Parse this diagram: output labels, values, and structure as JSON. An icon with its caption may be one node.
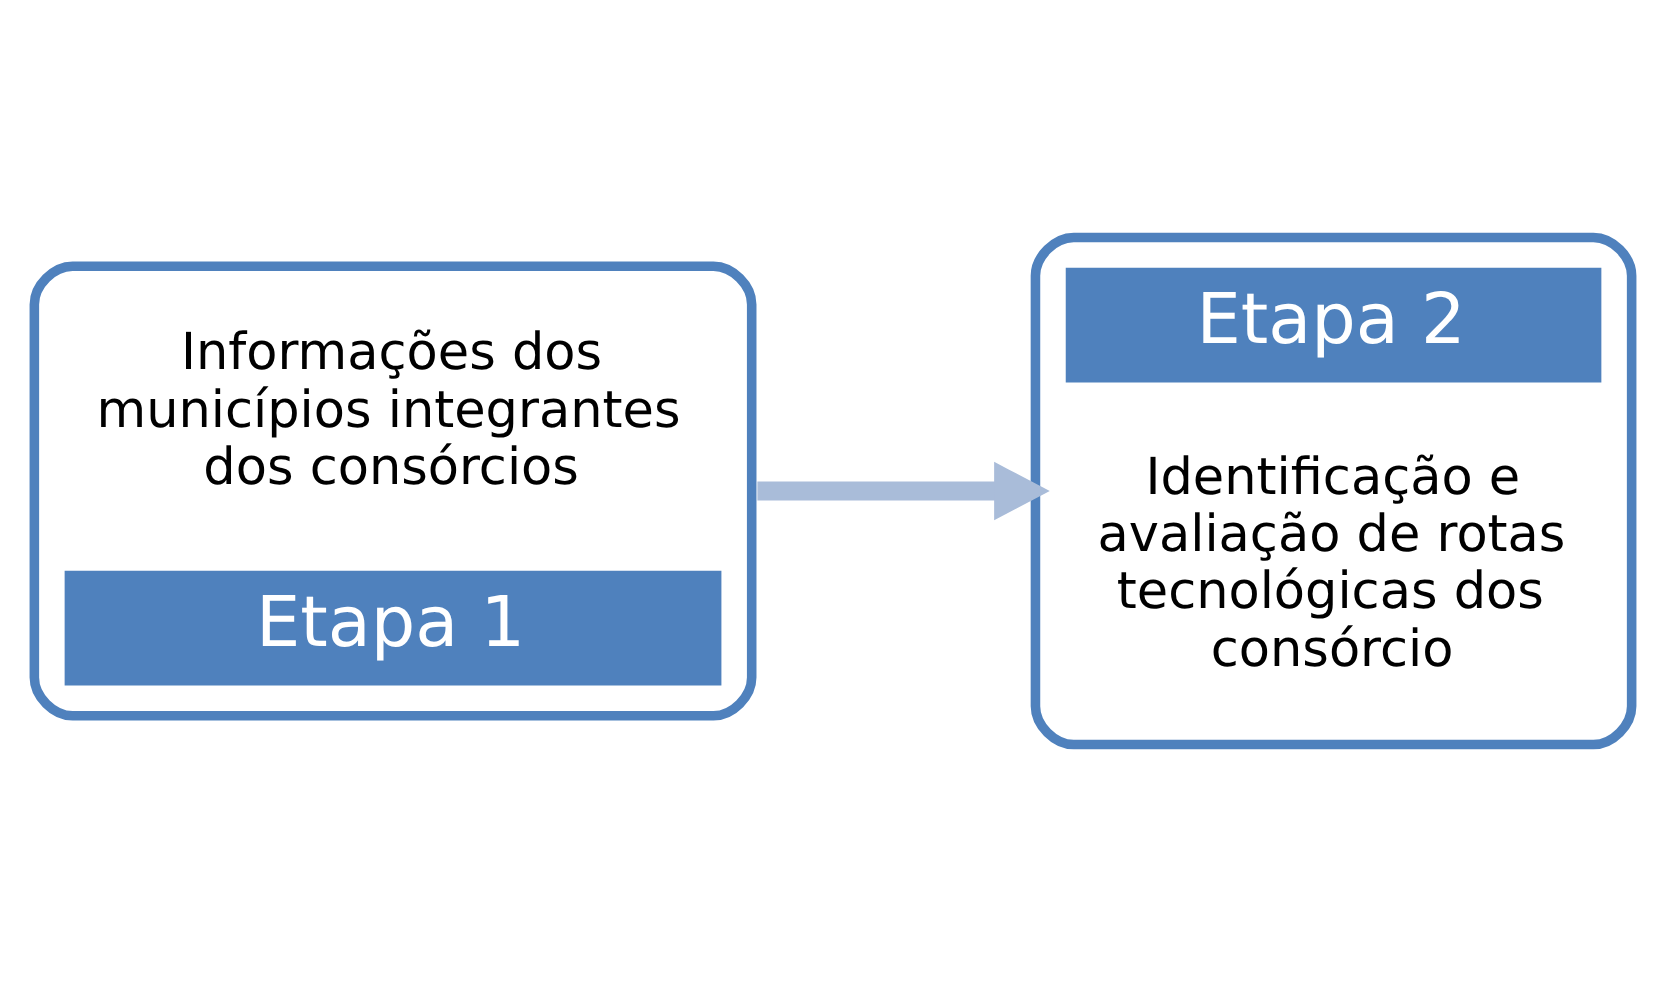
{
  "diagram": {
    "nodes": [
      {
        "text": [
          "Informações dos municípios integrantes dos consórcios",
          "Etapa 1"
        ]
      },
      {
        "text": [
          "Etapa 2",
          "Identificação e avaliação de rotas tecnológicas dos consórcio"
        ]
      }
    ],
    "edges": [
      {
        "from": 0,
        "to": 1,
        "arrow": "to",
        "color": "#a9bcd9"
      }
    ]
  }
}
